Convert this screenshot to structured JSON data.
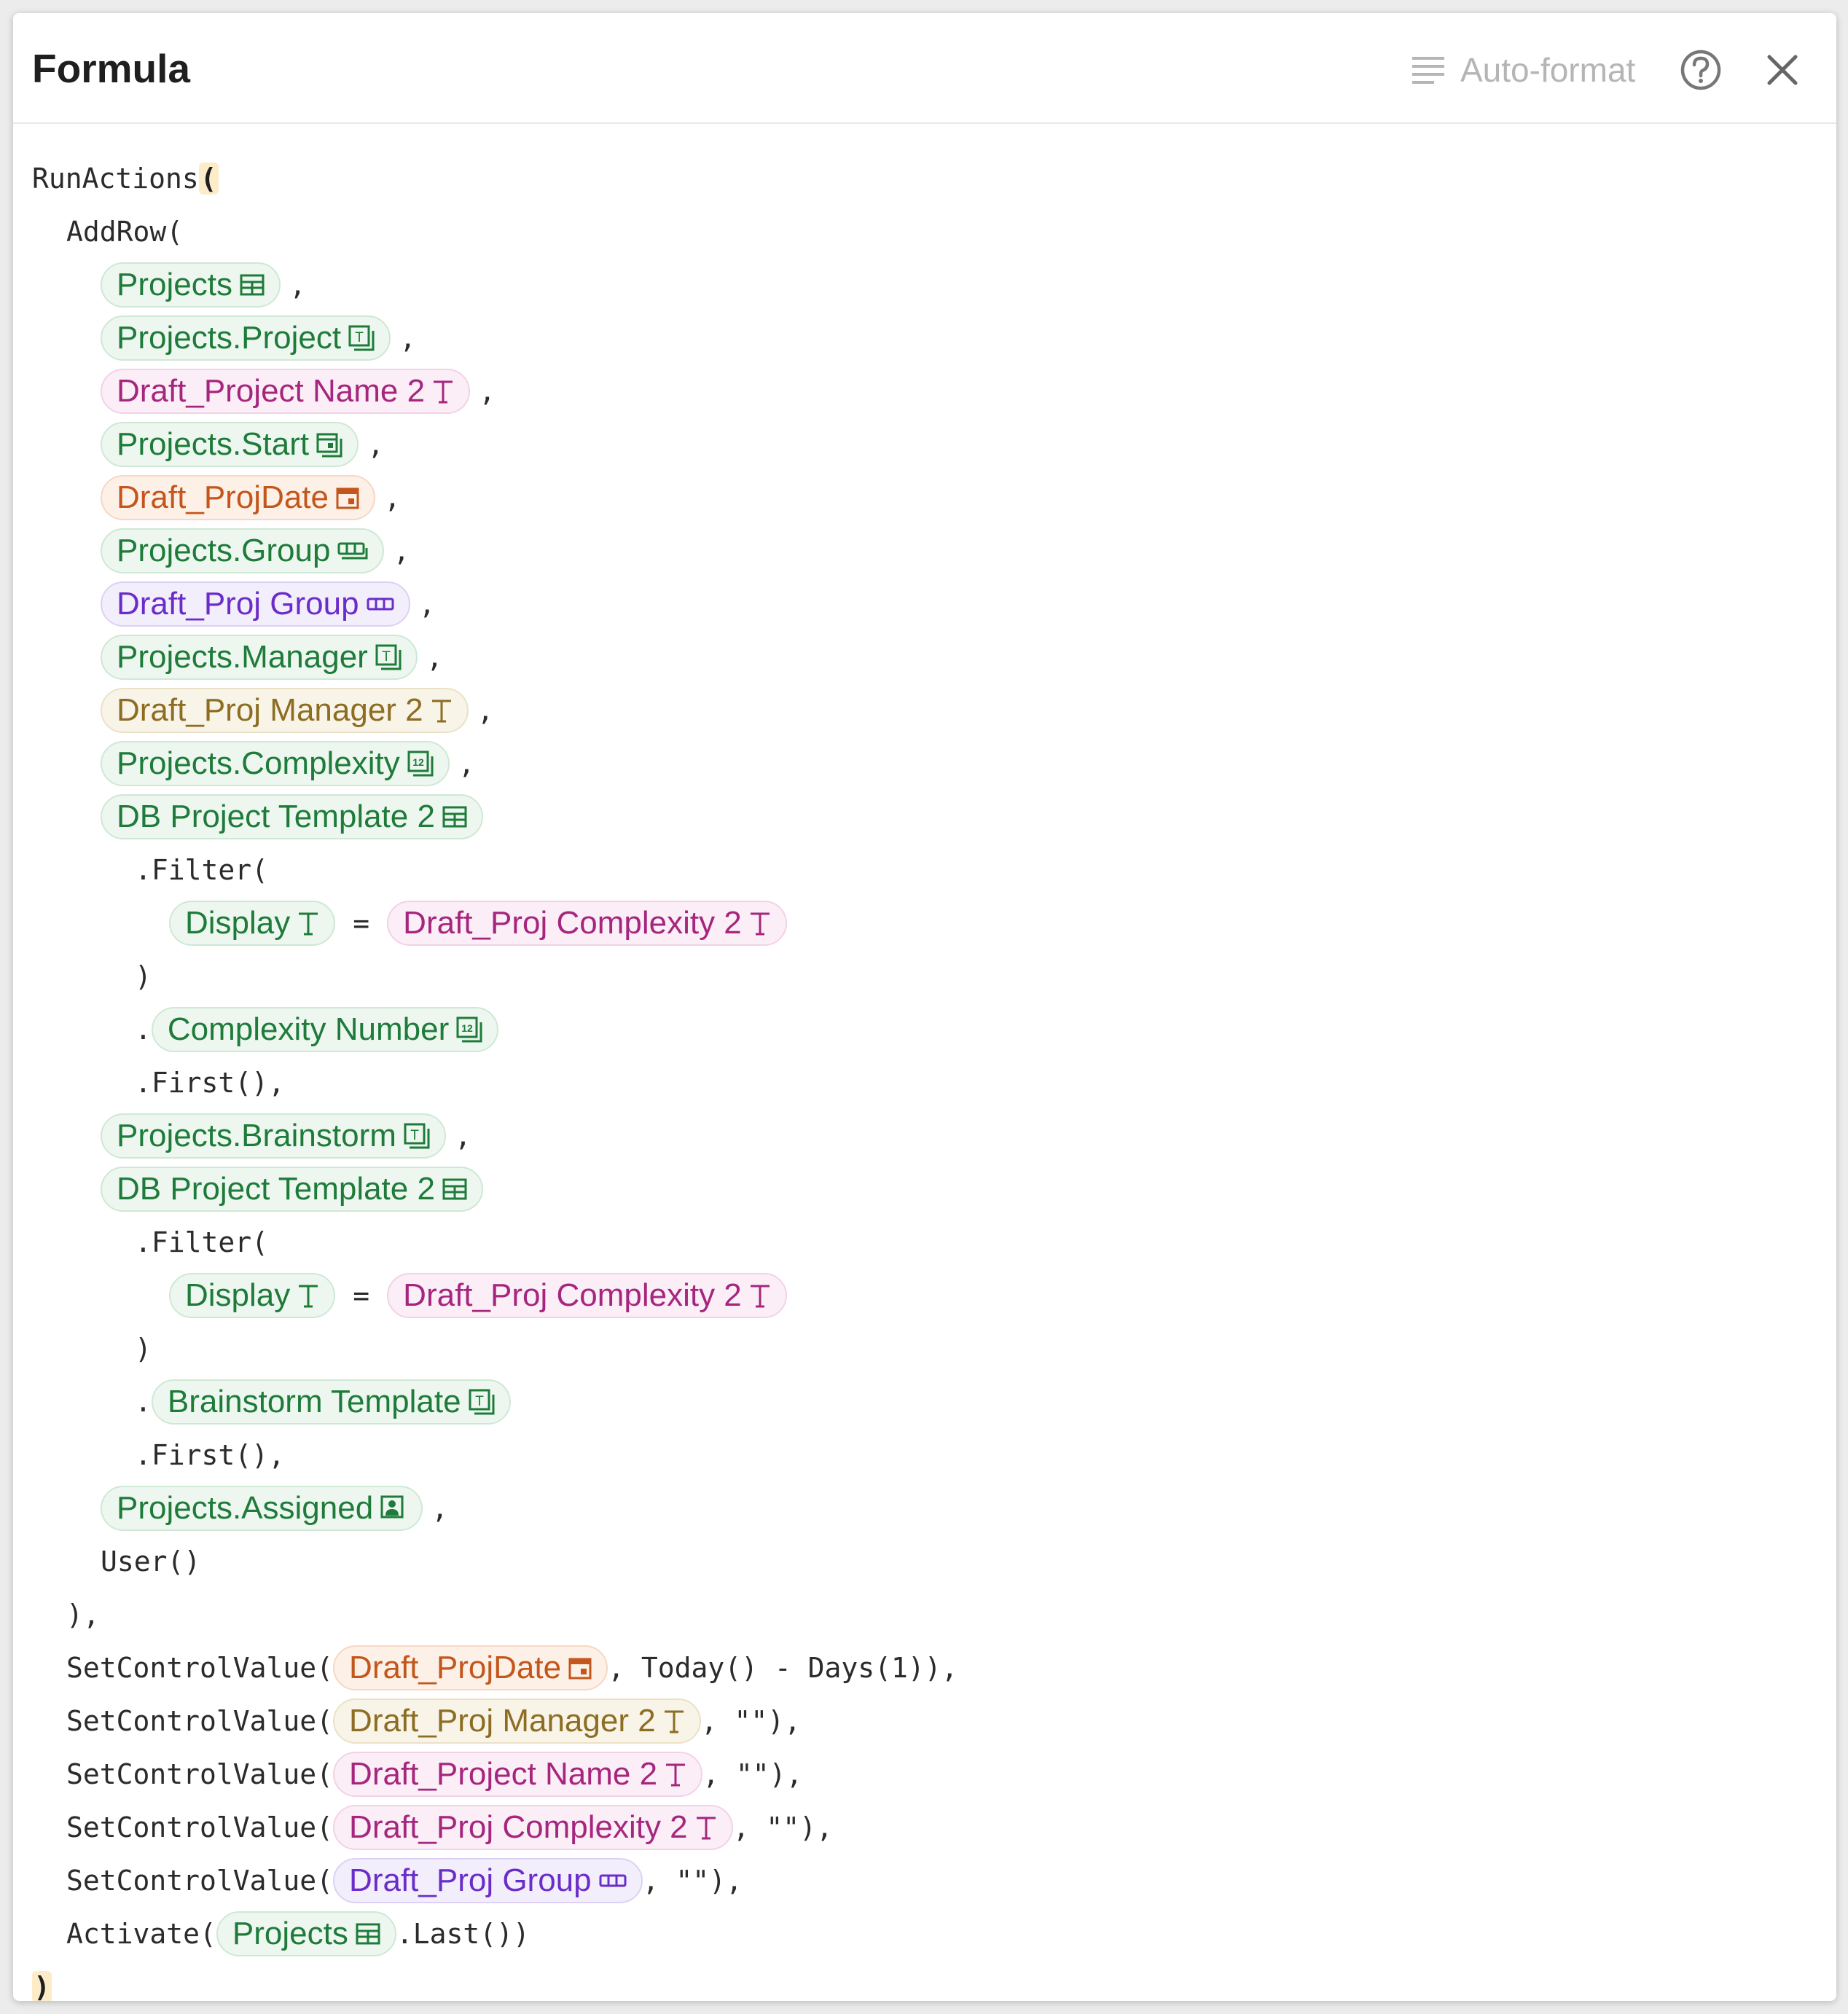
{
  "header": {
    "title": "Formula",
    "autoformat_label": "Auto-format"
  },
  "code": {
    "run_actions": "RunActions",
    "open_paren": "(",
    "close_paren": ")",
    "add_row": "AddRow(",
    "comma": ",",
    "filter": ".Filter(",
    "close": ")",
    "dot": ".",
    "first": ".First(),",
    "equals": "=",
    "user": "User()",
    "addrow_close": "),",
    "set_control": "SetControlValue(",
    "today_days": ", Today() - Days(1)),",
    "empty_str": ", \"\"),",
    "activate": "Activate(",
    "last": ".Last())"
  },
  "chips": {
    "projects": "Projects",
    "projects_project": "Projects.Project",
    "draft_project_name": "Draft_Project Name 2",
    "projects_start": "Projects.Start",
    "draft_projdate": "Draft_ProjDate",
    "projects_group": "Projects.Group",
    "draft_proj_group": "Draft_Proj Group",
    "projects_manager": "Projects.Manager",
    "draft_proj_manager": "Draft_Proj Manager 2",
    "projects_complexity": "Projects.Complexity",
    "db_project_template": "DB Project Template 2",
    "display": "Display",
    "draft_proj_complexity": "Draft_Proj Complexity 2",
    "complexity_number": "Complexity Number",
    "projects_brainstorm": "Projects.Brainstorm",
    "brainstorm_template": "Brainstorm Template",
    "projects_assigned": "Projects.Assigned"
  },
  "colors": {
    "column_chip": "#1e7b3a",
    "text_control": "#a6267e",
    "date_control": "#c4561b",
    "select_control": "#6a2dc9",
    "manager_control": "#8d6d22"
  },
  "icons": {
    "table": "table-icon",
    "text": "text-type-icon",
    "column": "column-icon",
    "date": "calendar-icon",
    "select": "select-list-icon",
    "person": "person-icon",
    "number": "number-icon"
  }
}
